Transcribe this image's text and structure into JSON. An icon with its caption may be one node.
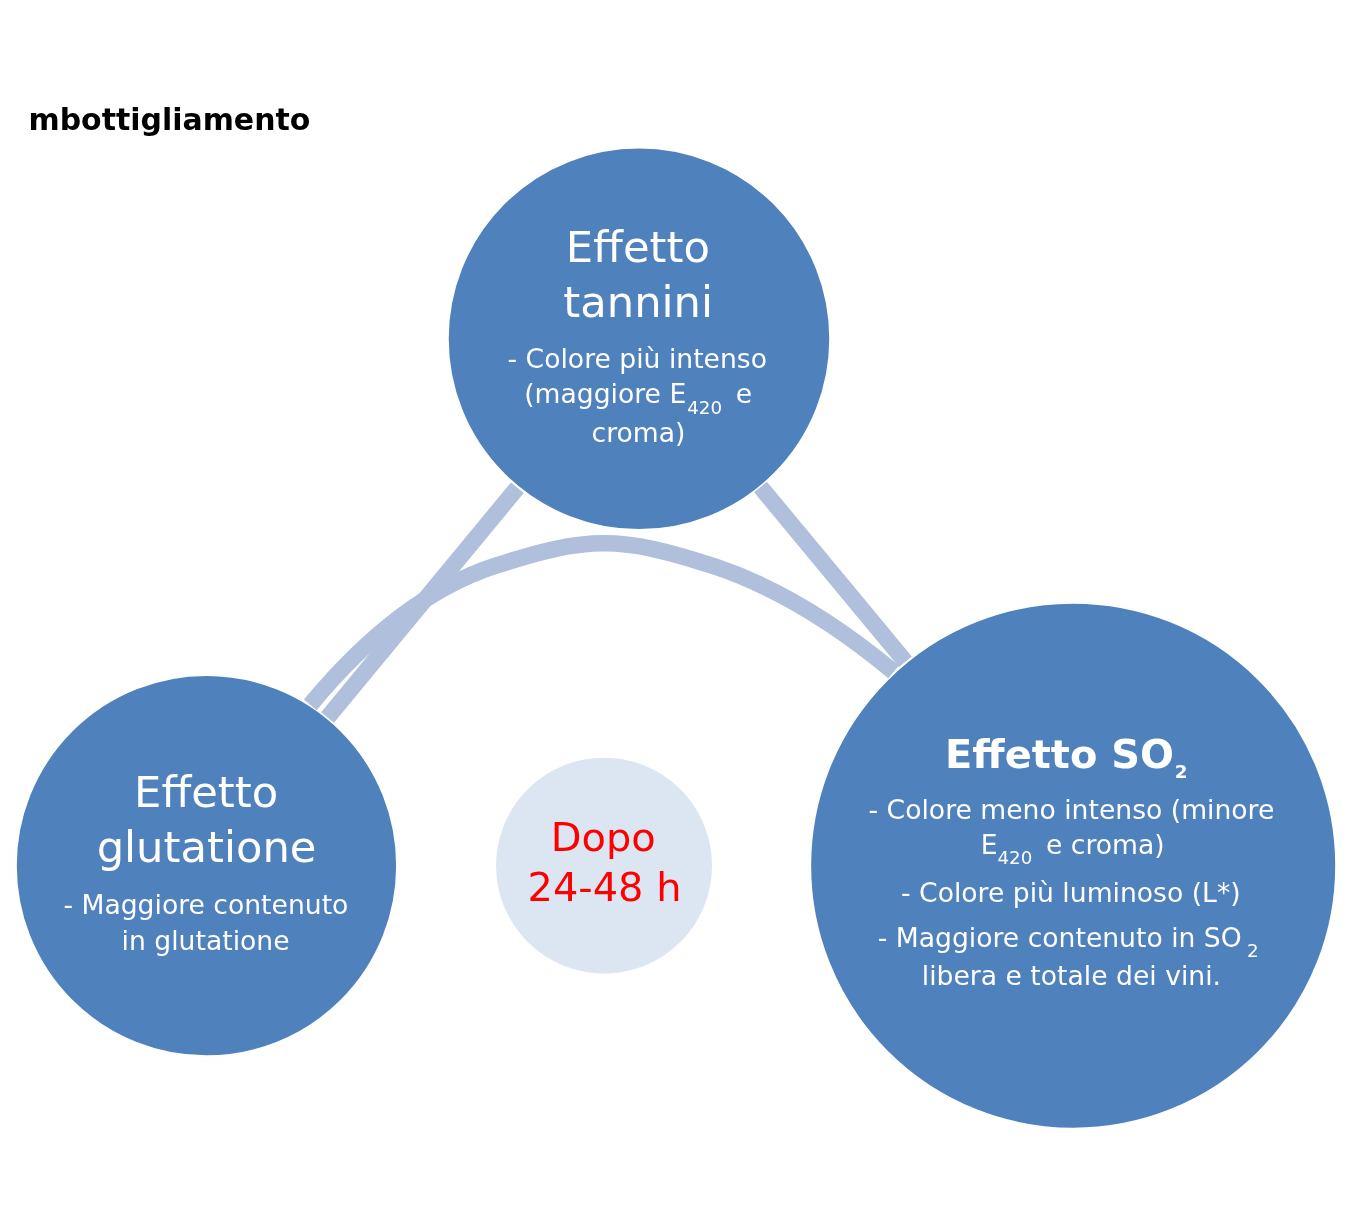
{
  "diagram": {
    "title": "mbottigliamento",
    "nodes": [
      {
        "text": [
          "Effetto tannini",
          "- Colore più intenso (maggiore E$_{420}$ e croma)"
        ]
      },
      {
        "text": [
          "Dopo 24-48 h"
        ]
      },
      {
        "text": [
          "Effetto SO$_{2}$",
          "- Colore meno intenso (minore E$_{420}$ e croma)",
          "- Colore più luminoso (L*)",
          "- Maggiore contenuto in SO$_{2}$ libera e totale dei vini."
        ]
      },
      {
        "text": [
          "Effetto glutatione",
          "- Maggiore contenuto in glutatione"
        ]
      }
    ],
    "edges": [
      {
        "from": 0,
        "to": 2,
        "arrow": "none"
      },
      {
        "from": 2,
        "to": 3,
        "arrow": "none"
      },
      {
        "from": 3,
        "to": 0,
        "arrow": "none"
      }
    ]
  }
}
